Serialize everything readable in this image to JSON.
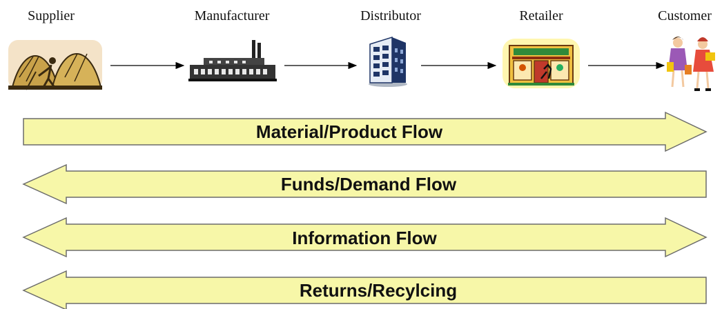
{
  "stages": [
    {
      "label": "Supplier",
      "icon": "farmer-haystack-icon"
    },
    {
      "label": "Manufacturer",
      "icon": "factory-icon"
    },
    {
      "label": "Distributor",
      "icon": "office-building-icon"
    },
    {
      "label": "Retailer",
      "icon": "storefront-icon"
    },
    {
      "label": "Customer",
      "icon": "shoppers-icon"
    }
  ],
  "flows": [
    {
      "label": "Material/Product Flow",
      "direction": "right"
    },
    {
      "label": "Funds/Demand Flow",
      "direction": "left"
    },
    {
      "label": "Information Flow",
      "direction": "both"
    },
    {
      "label": "Returns/Recylcing",
      "direction": "left"
    }
  ],
  "colors": {
    "arrow_fill": "#f7f7a8",
    "arrow_stroke": "#6b6b6b",
    "connector": "#000000"
  }
}
